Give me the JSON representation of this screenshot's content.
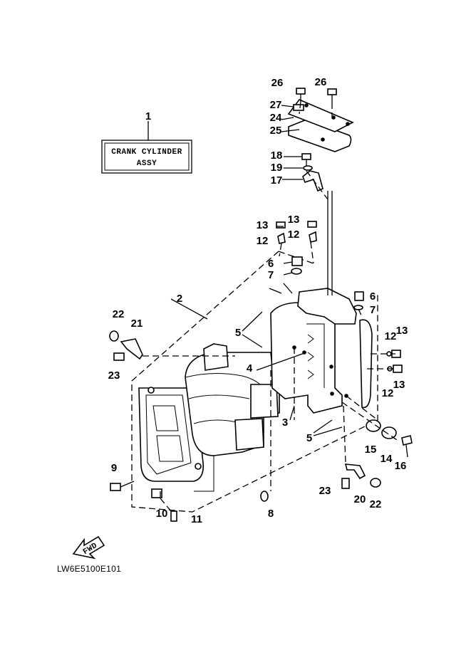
{
  "diagram": {
    "code": "LW6E5100E101",
    "assembly_box": {
      "line1": "CRANK CYLINDER",
      "line2": "ASSY"
    },
    "fwd_label": "FWD",
    "callouts": [
      "1",
      "2",
      "3",
      "4",
      "5",
      "5",
      "6",
      "6",
      "7",
      "7",
      "8",
      "9",
      "10",
      "11",
      "12",
      "12",
      "12",
      "12",
      "13",
      "13",
      "13",
      "13",
      "14",
      "15",
      "16",
      "17",
      "18",
      "19",
      "20",
      "21",
      "22",
      "22",
      "23",
      "23",
      "24",
      "25",
      "26",
      "26",
      "27"
    ]
  }
}
